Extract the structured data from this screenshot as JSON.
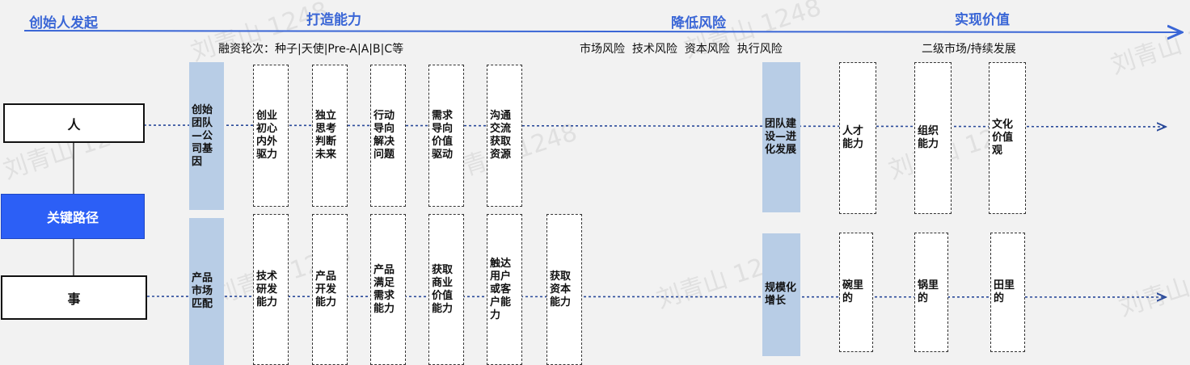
{
  "stages": [
    "创始人发起",
    "打造能力",
    "降低风险",
    "实现价值"
  ],
  "notes": {
    "funding": "融资轮次：种子|天使|Pre-A|A|B|C等",
    "risks": "市场风险  技术风险  资本风险  执行风险",
    "value": "二级市场/持续发展"
  },
  "left": {
    "person": "人",
    "key_path": "关键路径",
    "thing": "事"
  },
  "top_row": {
    "base": "创始团队—公司基因",
    "items": [
      "创业初心内外驱力",
      "独立思考判断未来",
      "行动导向解决问题",
      "需求导向价值驱动",
      "沟通交流获取资源"
    ],
    "stage3": "团队建设—进化发展",
    "items2": [
      "人才能力",
      "组织能力",
      "文化价值观"
    ]
  },
  "bottom_row": {
    "base": "产品市场匹配",
    "items": [
      "技术研发能力",
      "产品开发能力",
      "产品满足需求能力",
      "获取商业价值能力",
      "触达用户或客户能力",
      "获取资本能力"
    ],
    "stage3": "规模化增长",
    "items2": [
      "碗里的",
      "锅里的",
      "田里的"
    ]
  },
  "watermark": "刘青山 1248",
  "colors": {
    "accent": "#3a66d6",
    "key_path_fill": "#2c5ff6",
    "phase_fill": "#b8cde6"
  }
}
